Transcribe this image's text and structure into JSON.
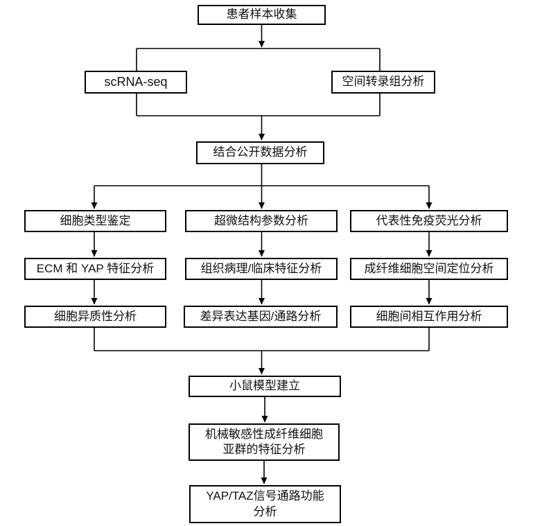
{
  "diagram": {
    "colors": {
      "line": "#000000",
      "box_border": "#000000",
      "box_background": "#ffffff",
      "text": "#111111"
    },
    "nodes": {
      "patient_sample": "患者样本收集",
      "scrna_seq": "scRNA-seq",
      "spatial_transcriptomics": "空间转录组分析",
      "public_data": "结合公开数据分析",
      "cell_type": "细胞类型鉴定",
      "ultrastructure": "超微结构参数分析",
      "immunofluorescence": "代表性免疫荧光分析",
      "ecm_yap": "ECM 和 YAP 特征分析",
      "histopathology": "组织病理/临床特征分析",
      "fibroblast_localization": "成纤维细胞空间定位分析",
      "heterogeneity": "细胞异质性分析",
      "deg_pathway": "差异表达基因/通路分析",
      "cell_interaction": "细胞间相互作用分析",
      "mouse_model": "小鼠模型建立",
      "mechanosensitive_subset": "机械敏感性成纤维细胞亚群的特征分析",
      "yap_taz_function": "YAP/TAZ信号通路功能分析"
    }
  }
}
